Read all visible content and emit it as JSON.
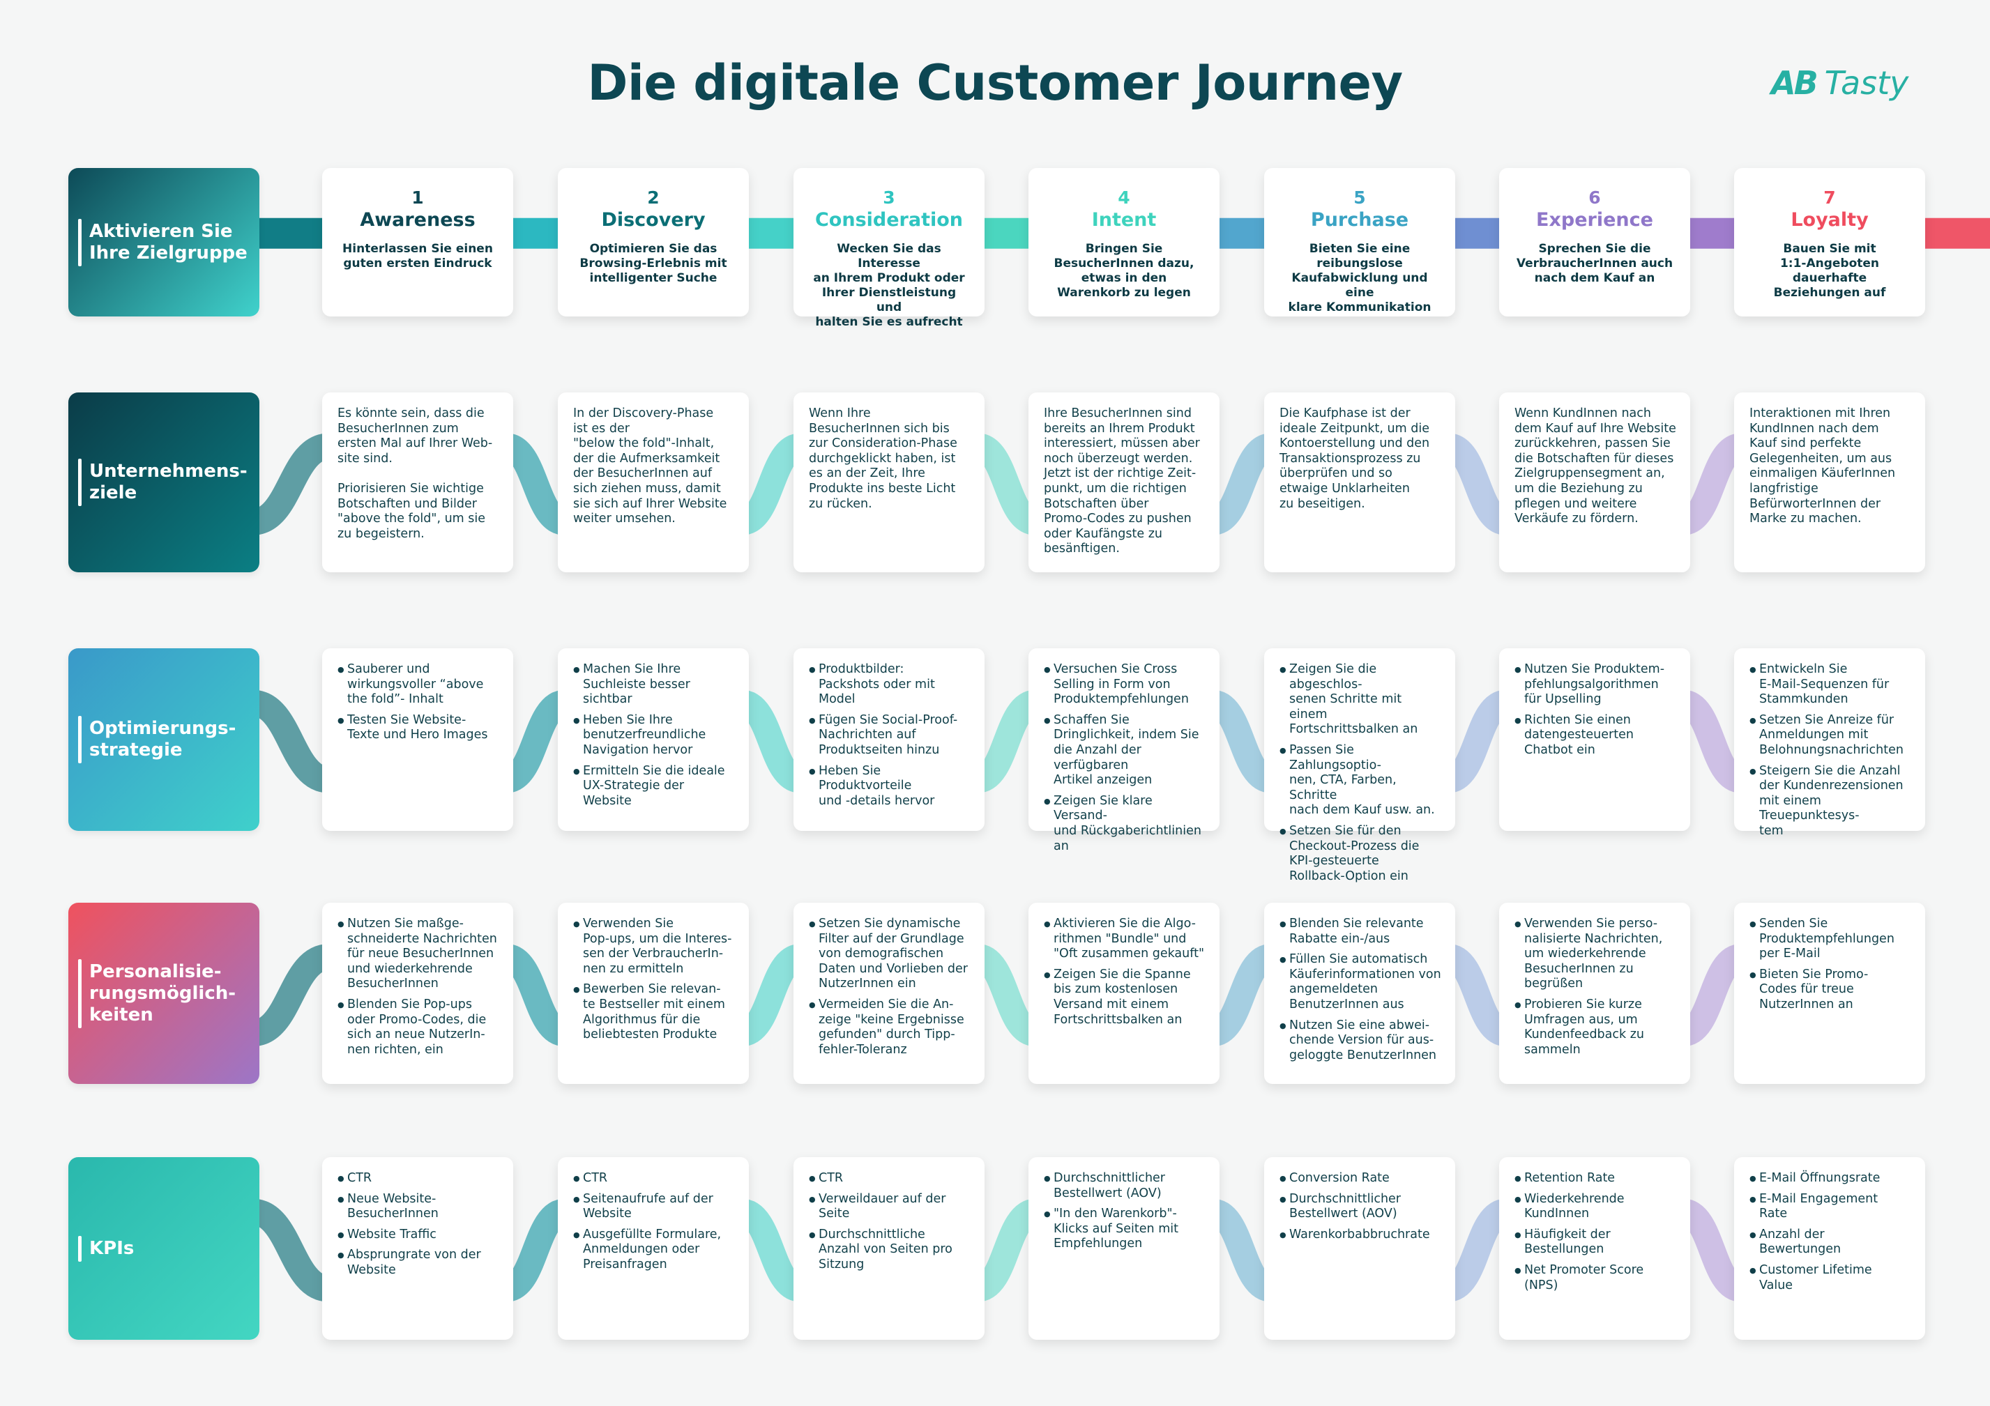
{
  "title": "Die digitale Customer Journey",
  "logo": {
    "ab": "AB",
    "name": "Tasty"
  },
  "rows": [
    {
      "label": "Aktivieren Sie\nIhre Zielgruppe"
    },
    {
      "label": "Unternehmens-\nziele"
    },
    {
      "label": "Optimierungs-\nstrategie"
    },
    {
      "label": "Personalisie-\nrungsmöglich-\nkeiten"
    },
    {
      "label": "KPIs"
    }
  ],
  "stages": [
    {
      "num": "1",
      "name": "Awareness",
      "color": "#0d4753",
      "desc": "Hinterlassen Sie einen\nguten ersten Eindruck",
      "ziele": "Es könnte sein, dass die\nBesucherInnen zum\nersten Mal auf Ihrer Web-\nsite sind.\n\nPriorisieren Sie wichtige\nBotschaften und Bilder\n\"above the fold\", um sie\nzu begeistern.",
      "strategie": [
        "Sauberer und\nwirkungsvoller “above\nthe fold”- Inhalt",
        "Testen Sie Website-\nTexte und Hero Images"
      ],
      "personalisierung": [
        "Nutzen Sie maßge-\nschneiderte Nachrichten\nfür neue BesucherInnen\nund wiederkehrende\nBesucherInnen",
        "Blenden Sie Pop-ups\noder Promo-Codes, die\nsich an neue NutzerIn-\nnen richten, ein"
      ],
      "kpis": [
        "CTR",
        "Neue Website-\nBesucherInnen",
        "Website Traffic",
        "Absprungrate von der\nWebsite"
      ]
    },
    {
      "num": "2",
      "name": "Discovery",
      "color": "#0b6e75",
      "desc": "Optimieren Sie das\nBrowsing-Erlebnis mit\nintelligenter Suche",
      "ziele": "In der Discovery-Phase\nist es der\n\"below the fold\"-Inhalt,\nder die Aufmerksamkeit\nder BesucherInnen auf\nsich ziehen muss, damit\nsie sich auf Ihrer Website\nweiter umsehen.",
      "strategie": [
        "Machen Sie Ihre\nSuchleiste besser sichtbar",
        "Heben Sie Ihre\nbenutzerfreundliche\nNavigation hervor",
        "Ermitteln Sie die ideale\nUX-Strategie der Website"
      ],
      "personalisierung": [
        "Verwenden Sie\nPop-ups, um die Interes-\nsen der VerbraucherIn-\nnen zu ermitteln",
        "Bewerben Sie relevan-\nte Bestseller mit einem\nAlgorithmus für die\nbeliebtesten Produkte"
      ],
      "kpis": [
        "CTR",
        "Seitenaufrufe auf der\nWebsite",
        "Ausgefüllte Formulare,\nAnmeldungen oder\nPreisanfragen"
      ]
    },
    {
      "num": "3",
      "name": "Consideration",
      "color": "#2fc4c0",
      "desc": "Wecken Sie das Interesse\nan Ihrem Produkt oder\nIhrer Dienstleistung und\nhalten Sie es aufrecht",
      "ziele": "Wenn Ihre\nBesucherInnen sich bis\nzur Consideration-Phase\ndurchgeklickt haben, ist\nes an der Zeit, Ihre\nProdukte ins beste Licht\nzu rücken.",
      "strategie": [
        "Produktbilder:\nPackshots oder mit\nModel",
        "Fügen Sie Social-Proof-\nNachrichten auf\nProduktseiten hinzu",
        "Heben Sie\nProduktvorteile\nund -details hervor"
      ],
      "personalisierung": [
        "Setzen Sie dynamische\nFilter auf der Grundlage\nvon demografischen\nDaten und Vorlieben der\nNutzerInnen ein",
        "Vermeiden Sie die An-\nzeige \"keine Ergebnisse\ngefunden\" durch Tipp-\nfehler-Toleranz"
      ],
      "kpis": [
        "CTR",
        "Verweildauer auf der\nSeite",
        "Durchschnittliche\nAnzahl von Seiten pro\nSitzung"
      ]
    },
    {
      "num": "4",
      "name": "Intent",
      "color": "#3ed3bd",
      "desc": "Bringen Sie\nBesucherInnen dazu,\netwas in den\nWarenkorb zu legen",
      "ziele": "Ihre BesucherInnen sind\nbereits an Ihrem Produkt\ninteressiert, müssen aber\nnoch überzeugt werden.\nJetzt ist der richtige Zeit-\npunkt, um die richtigen\nBotschaften über\nPromo-Codes zu pushen\noder Kaufängste zu\nbesänftigen.",
      "strategie": [
        "Versuchen Sie Cross\nSelling in Form von\nProduktempfehlungen",
        "Schaffen Sie\nDringlichkeit, indem Sie\ndie Anzahl der verfügbaren\nArtikel anzeigen",
        "Zeigen Sie klare Versand-\nund Rückgaberichtlinien\nan"
      ],
      "personalisierung": [
        "Aktivieren Sie die Algo-\nrithmen \"Bundle\" und\n\"Oft zusammen gekauft\"",
        "Zeigen Sie die Spanne\nbis zum kostenlosen\nVersand mit einem\nFortschrittsbalken an"
      ],
      "kpis": [
        "Durchschnittlicher\nBestellwert (AOV)",
        "\"In den Warenkorb\"-\nKlicks auf Seiten mit\nEmpfehlungen"
      ]
    },
    {
      "num": "5",
      "name": "Purchase",
      "color": "#3aa3c4",
      "desc": "Bieten Sie eine\nreibungslose\nKaufabwicklung und eine\nklare Kommunikation",
      "ziele": "Die Kaufphase ist der\nideale Zeitpunkt, um die\nKontoerstellung und den\nTransaktionsprozess zu\nüberprüfen und so\netwaige Unklarheiten\nzu beseitigen.",
      "strategie": [
        "Zeigen Sie die abgeschlos-\nsenen Schritte mit einem\nFortschrittsbalken an",
        "Passen Sie Zahlungsoptio-\nnen, CTA, Farben, Schritte\nnach dem Kauf usw. an.",
        "Setzen Sie für den\nCheckout-Prozess die\nKPI-gesteuerte\nRollback-Option ein"
      ],
      "personalisierung": [
        "Blenden Sie relevante\nRabatte ein-/aus",
        "Füllen Sie automatisch\nKäuferinformationen von\nangemeldeten\nBenutzerInnen aus",
        "Nutzen Sie eine abwei-\nchende Version für aus-\ngeloggte BenutzerInnen"
      ],
      "kpis": [
        "Conversion Rate",
        "Durchschnittlicher\nBestellwert (AOV)",
        "Warenkorbabbruchrate"
      ]
    },
    {
      "num": "6",
      "name": "Experience",
      "color": "#8f77c9",
      "desc": "Sprechen Sie die\nVerbraucherInnen auch\nnach dem Kauf an",
      "ziele": "Wenn KundInnen nach\ndem Kauf auf Ihre Website\nzurückkehren, passen Sie\ndie Botschaften für dieses\nZielgruppensegment an,\num die Beziehung zu\npflegen und weitere\nVerkäufe zu fördern.",
      "strategie": [
        "Nutzen Sie Produktem-\npfehlungsalgorithmen\nfür Upselling",
        "Richten Sie einen\ndatengesteuerten\nChatbot ein"
      ],
      "personalisierung": [
        "Verwenden Sie perso-\nnalisierte Nachrichten,\num wiederkehrende\nBesucherInnen zu\nbegrüßen",
        "Probieren Sie kurze\nUmfragen aus, um\nKundenfeedback zu\nsammeln"
      ],
      "kpis": [
        "Retention Rate",
        "Wiederkehrende\nKundInnen",
        "Häufigkeit der\nBestellungen",
        "Net Promoter Score\n(NPS)"
      ]
    },
    {
      "num": "7",
      "name": "Loyalty",
      "color": "#ef4c5e",
      "desc": "Bauen Sie mit\n1:1-Angeboten\ndauerhafte\nBeziehungen auf",
      "ziele": "Interaktionen mit Ihren\nKundInnen nach dem\nKauf sind perfekte\nGelegenheiten, um aus\neinmaligen KäuferInnen\nlangfristige\nBefürworterInnen der\nMarke zu machen.",
      "strategie": [
        "Entwickeln Sie\nE-Mail-Sequenzen für\nStammkunden",
        "Setzen Sie Anreize für\nAnmeldungen mit\nBelohnungsnachrichten",
        "Steigern Sie die Anzahl\nder Kundenrezensionen\nmit einem Treuepunktesys-\ntem"
      ],
      "personalisierung": [
        "Senden Sie\nProduktempfehlungen\nper E-Mail",
        "Bieten Sie Promo-\nCodes für treue\nNutzerInnen an"
      ],
      "kpis": [
        "E-Mail Öffnungsrate",
        "E-Mail Engagement\nRate",
        "Anzahl der\nBewertungen",
        "Customer Lifetime\nValue"
      ]
    }
  ],
  "colors": {
    "title": "#0d4753",
    "text": "#103f49",
    "row_gradients": [
      [
        "#0d4a57",
        "#40d2cc"
      ],
      [
        "#0b3c48",
        "#0b7f84"
      ],
      [
        "#3a99c9",
        "#3fd0cb"
      ],
      [
        "#ef525e",
        "#9c76c7"
      ],
      [
        "#2ab8ad",
        "#43d6c2"
      ]
    ],
    "connector_segments": [
      "#117d86",
      "#2cb8c1",
      "#45d1c8",
      "#4bd6bf",
      "#52a6ce",
      "#6f8fd2",
      "#9f7ccc",
      "#ef5668"
    ]
  }
}
